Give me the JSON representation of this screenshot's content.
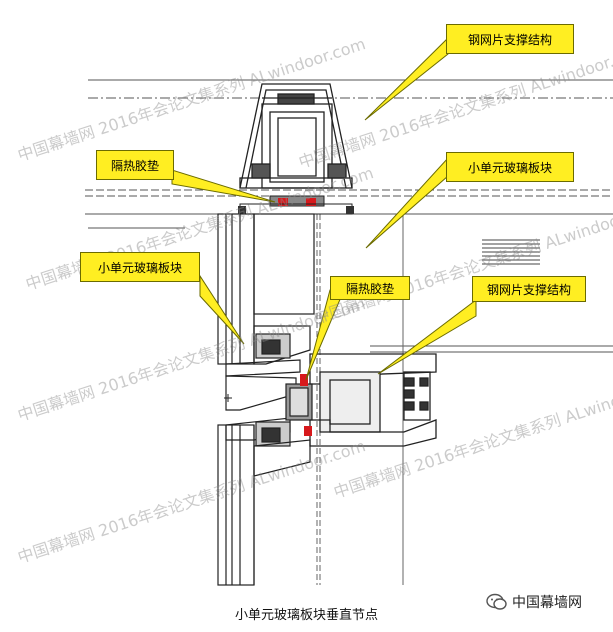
{
  "callouts": {
    "top_right_steel": "钢网片支撑结构",
    "left_thermal_pad": "隔热胶垫",
    "right_small_unit": "小单元玻璃板块",
    "left_small_unit": "小单元玻璃板块",
    "mid_thermal_pad": "隔热胶垫",
    "lower_right_steel": "钢网片支撑结构"
  },
  "watermark_text": "中国幕墙网 2016年会论文集系列 ALwindoor.com",
  "caption": "小单元玻璃板块垂直节点",
  "brand": "中国幕墙网",
  "colors": {
    "callout_fill": "#ffee22",
    "line": "#222222",
    "thermal_pad": "#d7191c"
  }
}
